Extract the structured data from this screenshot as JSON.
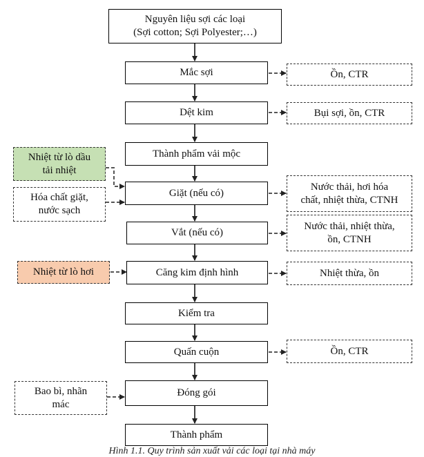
{
  "diagram": {
    "process_steps": [
      {
        "id": "raw",
        "label_lines": [
          "Nguyên liệu sợi các loại",
          "(Sợi cotton; Sợi Polyester;…)"
        ]
      },
      {
        "id": "mac-soi",
        "label_lines": [
          "Mắc sợi"
        ]
      },
      {
        "id": "det-kim",
        "label_lines": [
          "Dệt kim"
        ]
      },
      {
        "id": "thanh-pham-vai-moc",
        "label_lines": [
          "Thành phẩm vải mộc"
        ]
      },
      {
        "id": "giat",
        "label_lines": [
          "Giặt (nếu có)"
        ]
      },
      {
        "id": "vat",
        "label_lines": [
          "Vắt (nếu có)"
        ]
      },
      {
        "id": "cang-kim",
        "label_lines": [
          "Căng kim định hình"
        ]
      },
      {
        "id": "kiem-tra",
        "label_lines": [
          "Kiểm tra"
        ]
      },
      {
        "id": "quan-cuon",
        "label_lines": [
          "Quấn cuộn"
        ]
      },
      {
        "id": "dong-goi",
        "label_lines": [
          "Đóng gói"
        ]
      },
      {
        "id": "thanh-pham",
        "label_lines": [
          "Thành phẩm"
        ]
      }
    ],
    "outputs": [
      {
        "from": "mac-soi",
        "label_lines": [
          "Ồn, CTR"
        ]
      },
      {
        "from": "det-kim",
        "label_lines": [
          "Bụi sợi, ồn, CTR"
        ]
      },
      {
        "from": "giat",
        "label_lines": [
          "Nước thải, hơi hóa",
          "chất, nhiệt thừa, CTNH"
        ]
      },
      {
        "from": "vat",
        "label_lines": [
          "Nước thải, nhiệt thừa,",
          "ồn, CTNH"
        ]
      },
      {
        "from": "cang-kim",
        "label_lines": [
          "Nhiệt thừa, ồn"
        ]
      },
      {
        "from": "quan-cuon",
        "label_lines": [
          "Ồn, CTR"
        ]
      }
    ],
    "inputs": [
      {
        "to": "giat",
        "label_lines": [
          "Nhiệt từ lò dầu",
          "tải nhiệt"
        ],
        "color": "#c6e0b4"
      },
      {
        "to": "giat",
        "label_lines": [
          "Hóa chất giặt,",
          "nước sạch"
        ],
        "color": "#ffffff"
      },
      {
        "to": "cang-kim",
        "label_lines": [
          "Nhiệt từ lò hơi"
        ],
        "color": "#f8cbad"
      },
      {
        "to": "dong-goi",
        "label_lines": [
          "Bao bì, nhãn",
          "mác"
        ],
        "color": "#ffffff"
      }
    ],
    "caption": "Hình 1.1. Quy trình sản xuất vải các loại tại nhà máy"
  }
}
